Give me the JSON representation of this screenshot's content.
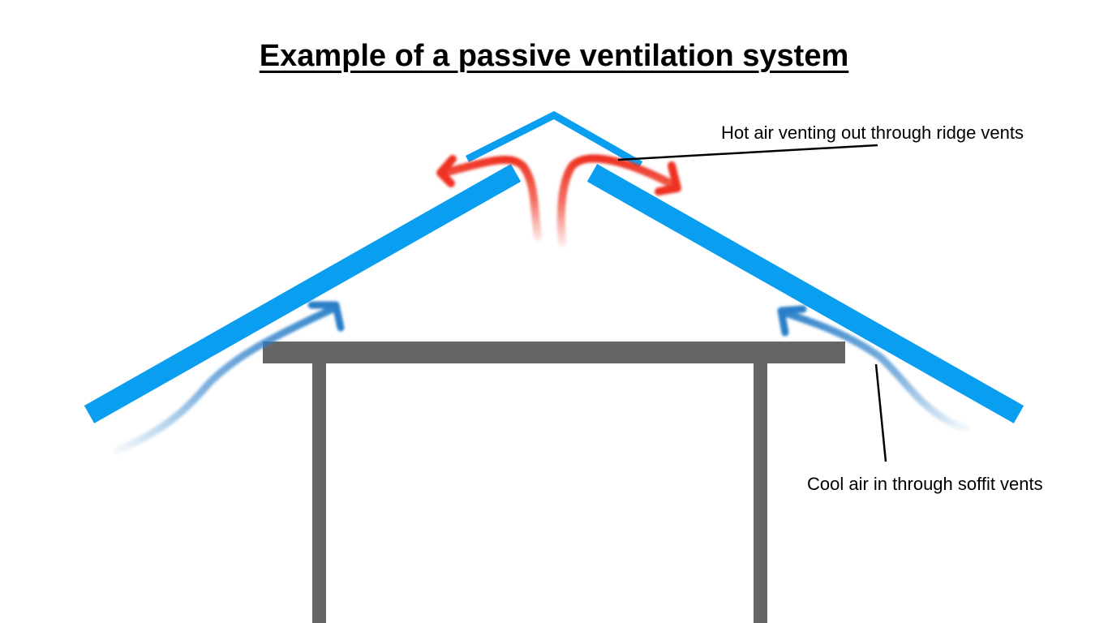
{
  "title": "Example of a passive ventilation system",
  "labels": {
    "ridge": "Hot air venting out through ridge vents",
    "soffit": "Cool air in through soffit vents"
  },
  "colors": {
    "roof": "#0a9ef0",
    "structure": "#666666",
    "hot_air": "#ee3322",
    "cool_air": "#2a7fc8"
  }
}
